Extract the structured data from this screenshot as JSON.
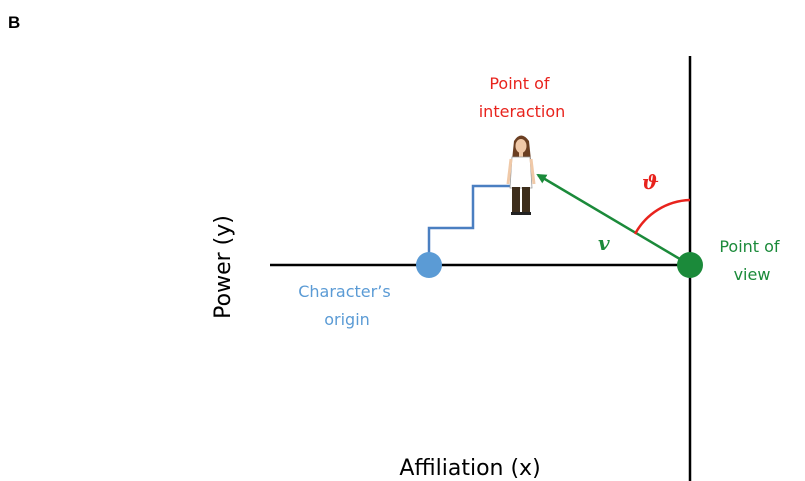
{
  "panel_label": "B",
  "axes": {
    "x_label": "Affiliation (x)",
    "y_label": "Power (y)"
  },
  "annotations": {
    "point_of_interaction": [
      "Point of",
      "interaction"
    ],
    "point_of_view": [
      "Point of",
      "view"
    ],
    "character_origin": [
      "Character’s",
      "origin"
    ],
    "vector_symbol": "v",
    "angle_symbol": "ϑ"
  },
  "colors": {
    "axes": "#000000",
    "interaction": "#e8231d",
    "view": "#1b8a3a",
    "origin": "#5b9bd5",
    "path": "#4a7fc1",
    "hair": "#6b3f22",
    "pants": "#3e2e1c",
    "skin": "#f0c9a8",
    "shirt": "#ffffff"
  },
  "icons": {
    "character": "standing-woman-figure"
  }
}
